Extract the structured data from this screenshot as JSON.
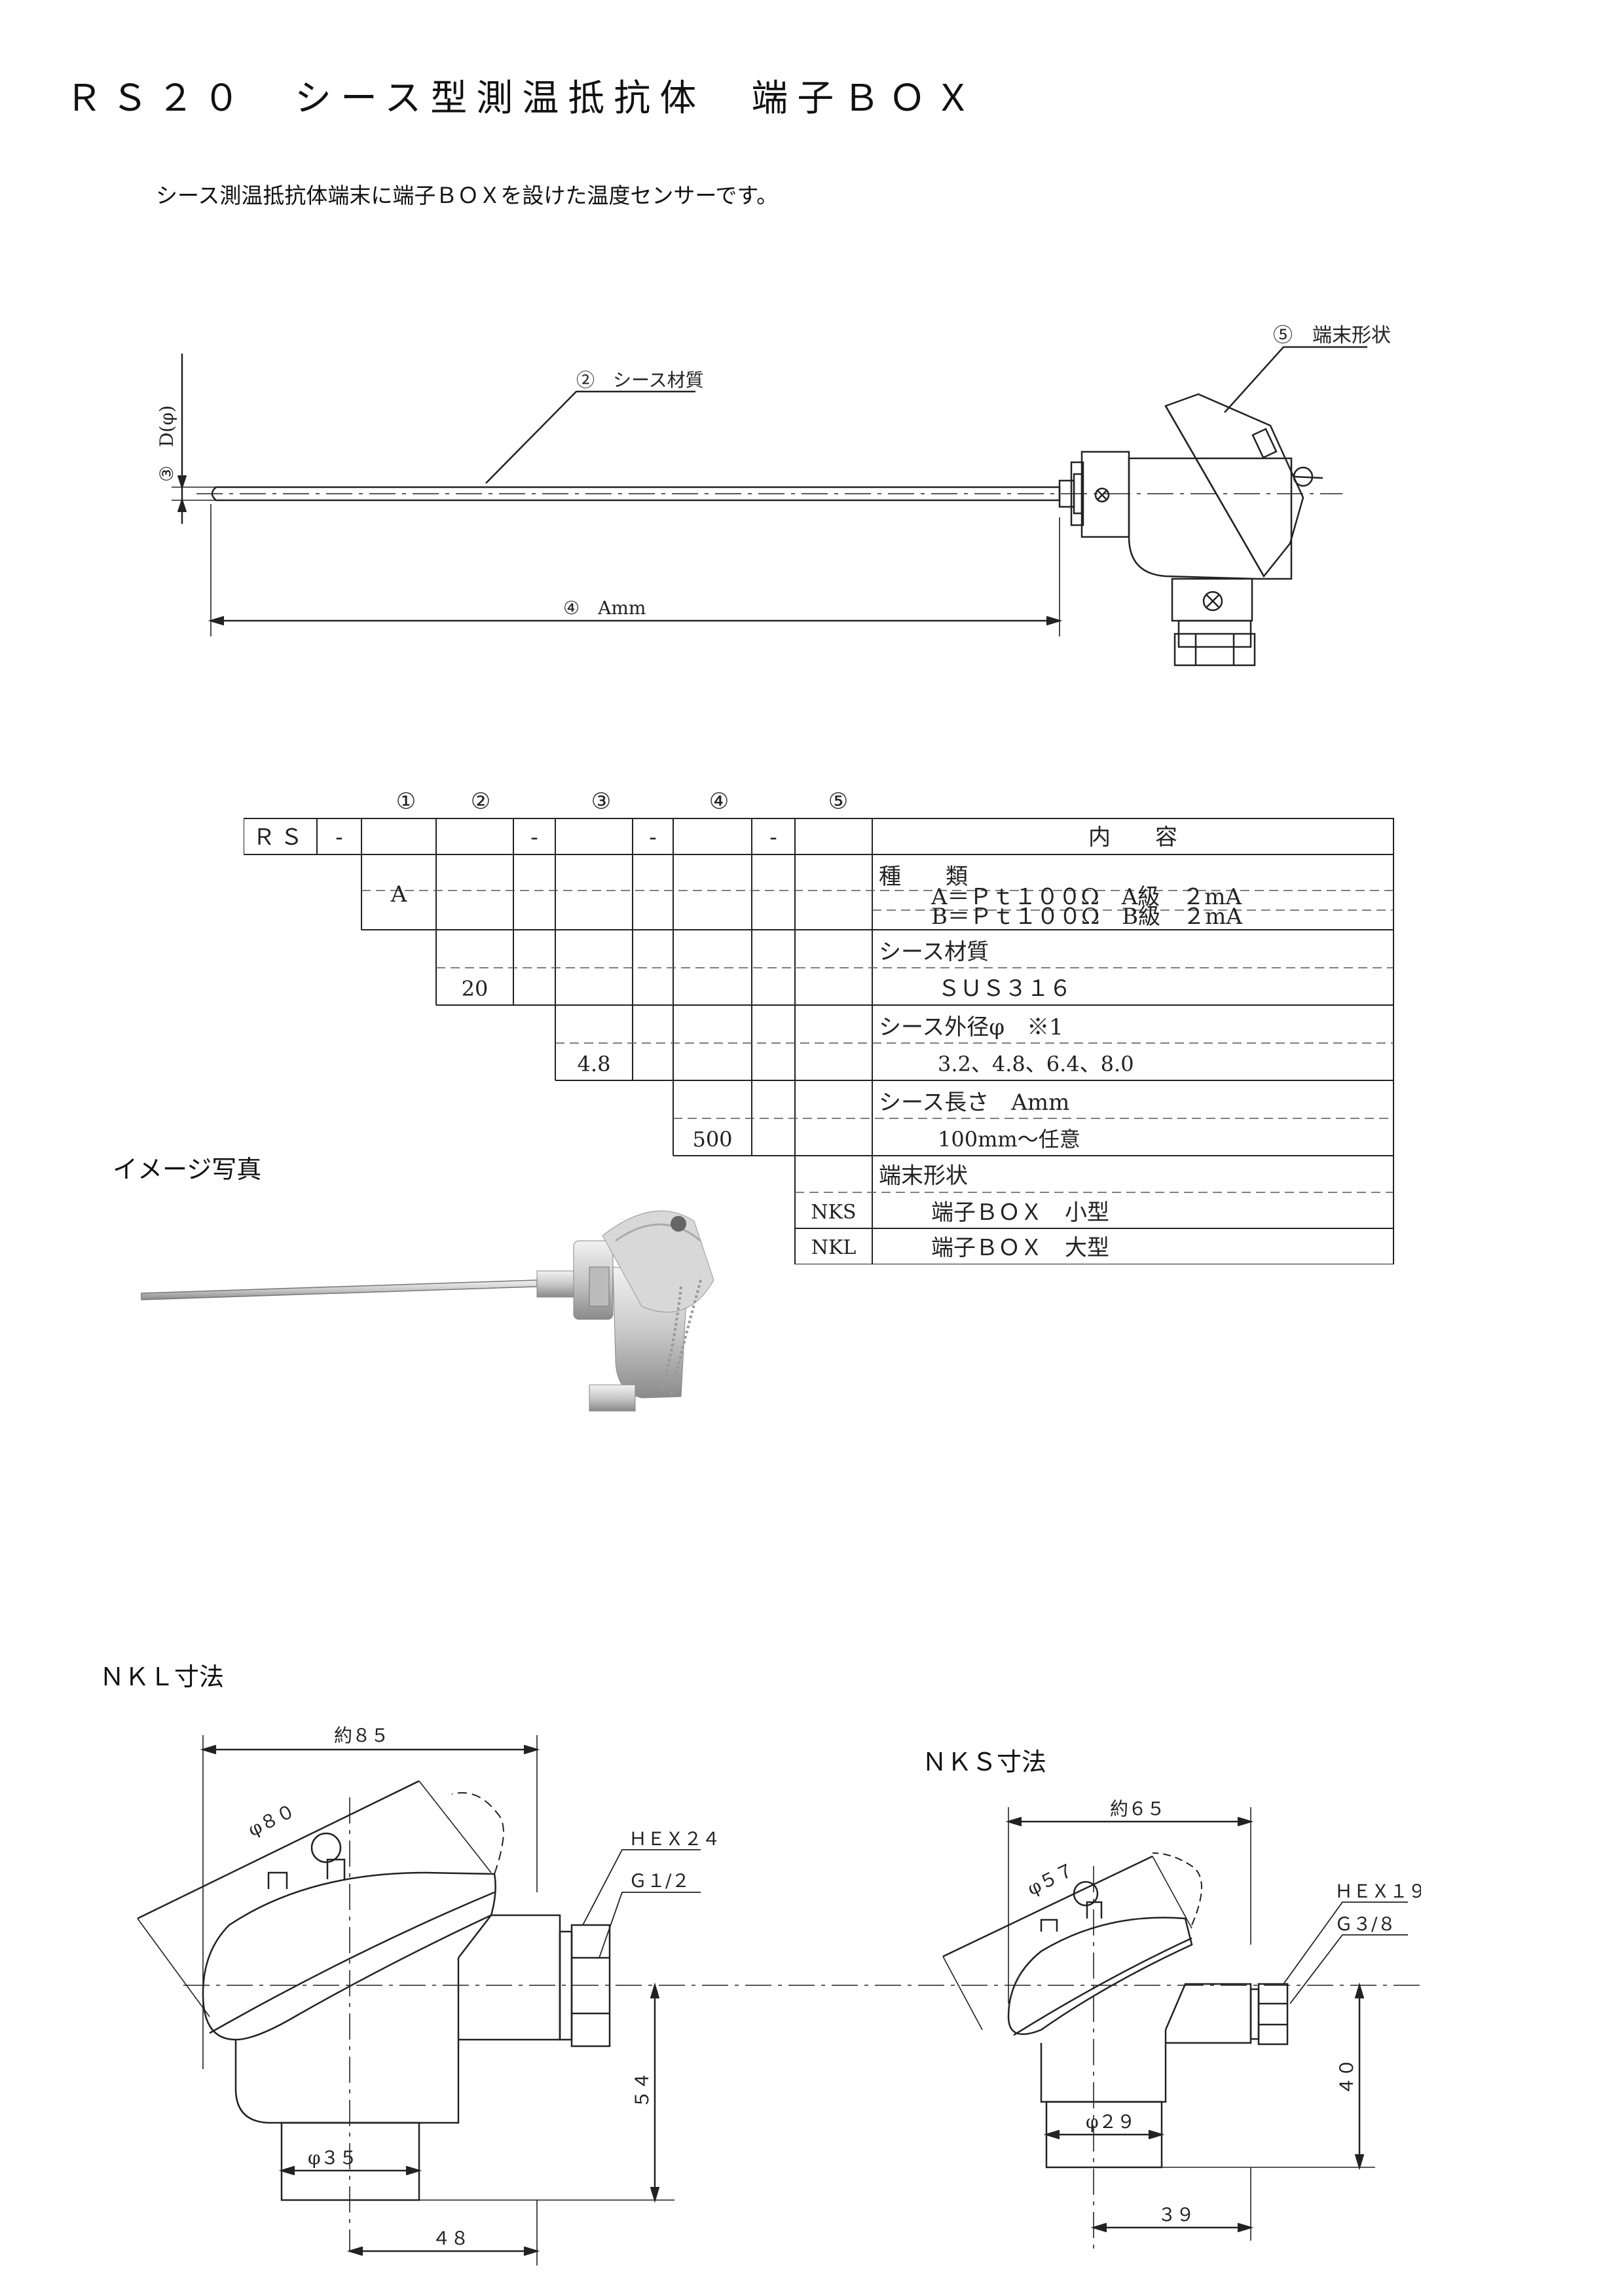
{
  "page": {
    "title": "ＲＳ２０　シース型測温抵抗体　端子ＢＯＸ",
    "intro": "シース測温抵抗体端末に端子ＢＯＸを設けた温度センサーです。"
  },
  "diagram_top": {
    "callout_sheath": "②　シース材質",
    "callout_terminal": "⑤　端末形状",
    "dim_diameter": "③　D(φ)",
    "dim_length": "④　Amm"
  },
  "spec_table": {
    "column_markers": [
      "①",
      "②",
      "③",
      "④",
      "⑤"
    ],
    "code_prefix": "ＲＳ",
    "dash": "-",
    "content_header": "内　　容",
    "sections": {
      "type": {
        "label": "種　　類",
        "code": "A",
        "options": [
          "A＝Ｐｔ１００Ω　A級　２mA",
          "B＝Ｐｔ１００Ω　B級　２mA"
        ]
      },
      "material": {
        "label": "シース材質",
        "code": "20",
        "value": "ＳＵＳ３１６"
      },
      "diameter": {
        "label": "シース外径φ　※1",
        "code": "4.8",
        "value": "3.2、4.8、6.4、8.0"
      },
      "length": {
        "label": "シース長さ　Amm",
        "code": "500",
        "value": "100mm～任意"
      },
      "terminal": {
        "label": "端末形状",
        "rows": [
          {
            "code": "NKS",
            "value": "端子ＢＯＸ　小型"
          },
          {
            "code": "NKL",
            "value": "端子ＢＯＸ　大型"
          }
        ]
      }
    }
  },
  "photo": {
    "caption": "イメージ写真"
  },
  "nkl": {
    "caption": "ＮＫＬ寸法",
    "width": "約８５",
    "cap_diameter": "φ８０",
    "hex": "ＨＥＸ２４",
    "thread": "Ｇ１/２",
    "bottom_diameter": "φ３５",
    "height": "５４",
    "offset": "４８"
  },
  "nks": {
    "caption": "ＮＫＳ寸法",
    "width": "約６５",
    "cap_diameter": "φ５７",
    "hex": "ＨＥＸ１９",
    "thread": "Ｇ３/８",
    "bottom_diameter": "φ２９",
    "height": "４０",
    "offset": "３９"
  },
  "colors": {
    "line": "#222222",
    "dash": "#555555",
    "metal": "#c8c8c8",
    "metal_dark": "#8a8a8a"
  }
}
